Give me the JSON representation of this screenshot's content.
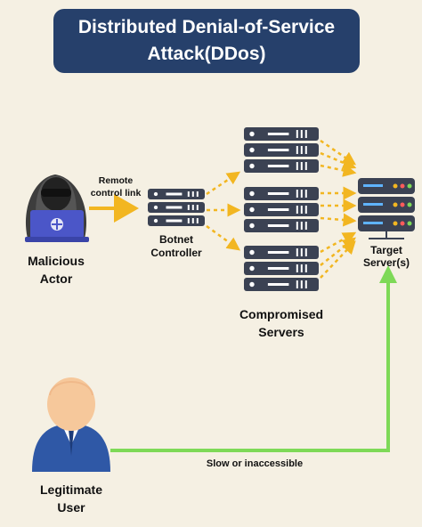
{
  "title": {
    "line1": "Distributed Denial-of-Service",
    "line2": "Attack(DDos)"
  },
  "actors": {
    "malicious": {
      "line1": "Malicious",
      "line2": "Actor"
    },
    "legitimate": {
      "line1": "Legitimate",
      "line2": "User"
    }
  },
  "edges": {
    "remote": {
      "line1": "Remote",
      "line2": "control link"
    },
    "slow": "Slow or inaccessible"
  },
  "nodes": {
    "botnet": {
      "line1": "Botnet",
      "line2": "Controller"
    },
    "compromised": {
      "line1": "Compromised",
      "line2": "Servers"
    },
    "target": {
      "line1": "Target",
      "line2": "Server(s)"
    }
  },
  "colors": {
    "background": "#f5f0e3",
    "title_bg": "#26406b",
    "server": "#3b4253",
    "attack_arrow": "#f2b621",
    "legit_arrow": "#7ed957",
    "hacker_hood": "#3d3d3d",
    "laptop": "#4b56c8",
    "user_head": "#f6c89b",
    "user_body": "#2f58a6"
  }
}
